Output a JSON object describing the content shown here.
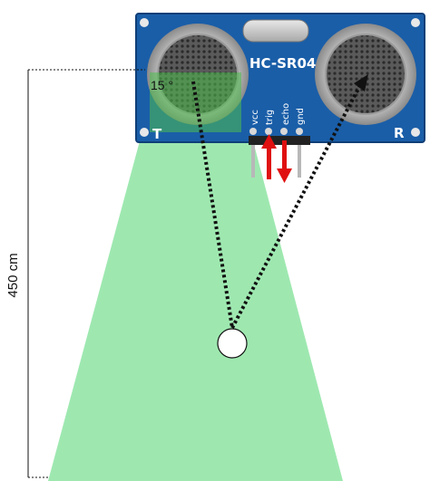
{
  "module": {
    "model_label": "HC-SR04",
    "transmitter_letter": "T",
    "receiver_letter": "R",
    "pins": [
      {
        "name": "vcc",
        "label": "vcc"
      },
      {
        "name": "trig",
        "label": "trig"
      },
      {
        "name": "echo",
        "label": "echo"
      },
      {
        "name": "gnd",
        "label": "gnd"
      }
    ]
  },
  "annotations": {
    "angle_label": "15 °",
    "distance_label": "450 cm"
  },
  "colors": {
    "pcb_blue": "#1a5ea8",
    "beam_green": "#9ee8b0",
    "beam_highlight": "#4fbf4f",
    "arrow_red": "#e01010",
    "path_black": "#111111",
    "transducer_metal": "#c9c9c9"
  }
}
